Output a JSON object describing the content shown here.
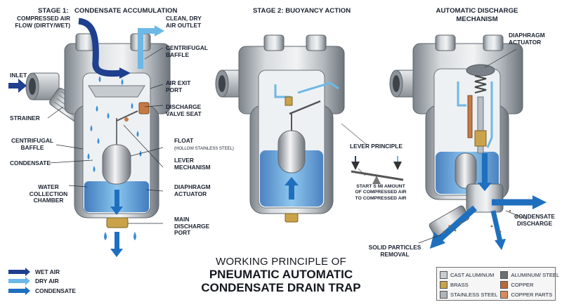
{
  "colors": {
    "wet_air": "#1f3f8f",
    "dry_air": "#5fb2e3",
    "condensate": "#1f6fbf",
    "water": "#4b9ad8",
    "steel": "#b8bec4",
    "steel_dark": "#6f767d"
  },
  "stage1": {
    "title_a": "STAGE 1:",
    "title_b": "CONDENSATE ACCUMULATION",
    "compressed_air": "COMPRESSED AIR\nFLOW (DIRTY/WET)",
    "clean_air": "CLEAN, DRY\nAIR OUTLET",
    "inlet": "INLET",
    "centrifugal_baffle_right": "CENTRIFUGAL\nBAFFLE",
    "air_exit": "AIR EXIT\nPORT",
    "strainer": "STRAINER",
    "discharge_valve": "DISCHARGE\nVALVE SEAT",
    "centrifugal_baffle_left": "CENTRIFUGAL\nBAFFLE",
    "condensate": "CONDENSATE",
    "float": "FLOAT",
    "float_sub": "(HOLLOW STAINLESS STEEL)",
    "lever": "LEVER\nMECHANISM",
    "water_chamber": "WATER\nCOLLECTION\nCHAMBER",
    "diaphragm": "DIAPHRAGM\nACTUATOR",
    "main_port": "MAIN\nDISCHARGE\nPORT"
  },
  "stage2": {
    "title": "STAGE 2: BUOYANCY ACTION",
    "lever_principle": "LEVER PRINCIPLE",
    "lever_note": "START S MI AMOUNT\nOF COMPRESSED AIR\nTO COMPRESSED AIR"
  },
  "stage3": {
    "title": "AUTOMATIC DISCHARGE\nMECHANISM",
    "diaphragm": "DIAPHRAGM\nACTUATOR",
    "condensate_discharge": "CONDENSATE\nDISCHARGE",
    "solid_particles": "SOLID PARTICLES\nREMOVAL"
  },
  "title": {
    "line1": "WORKING PRINCIPLE OF",
    "line2": "PNEUMATIC AUTOMATIC",
    "line3": "CONDENSATE DRAIN TRAP"
  },
  "legend": [
    {
      "label": "WET AIR",
      "color": "#1f3f8f"
    },
    {
      "label": "DRY AIR",
      "color": "#6db8e6"
    },
    {
      "label": "CONDENSATE",
      "color": "#1f6fbf"
    }
  ],
  "materials": [
    {
      "label": "CAST ALUMINUM",
      "color": "#c9ccd0"
    },
    {
      "label": "ALUMINUM/ STEEL",
      "color": "#6b6e72"
    },
    {
      "label": "BRASS",
      "color": "#c9a24a"
    },
    {
      "label": "COPPER",
      "color": "#b86a3c"
    },
    {
      "label": "STAINLESS STEEL",
      "color": "#aeb4ba"
    },
    {
      "label": "COPPER PARTS",
      "color": "#d98a5a"
    }
  ]
}
